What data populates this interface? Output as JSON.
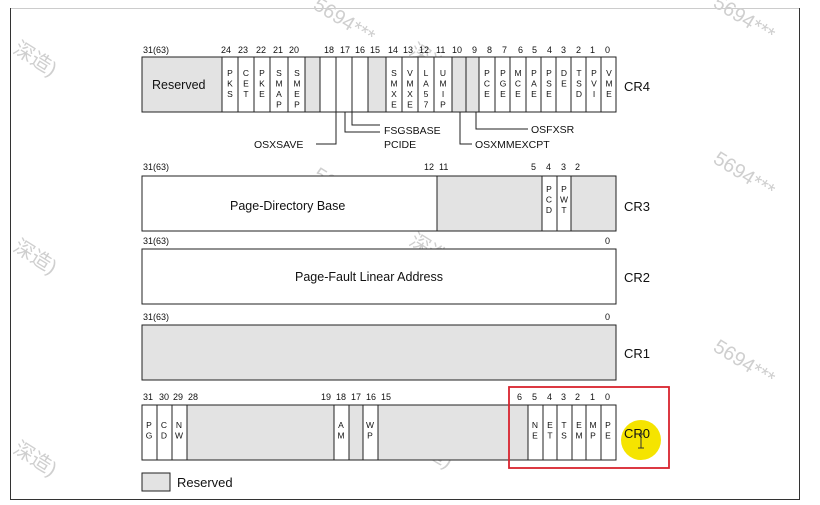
{
  "registers": {
    "cr4": {
      "name": "CR4",
      "width_label": "31(63)",
      "bit_numbers": [
        "24",
        "23",
        "22",
        "21",
        "20",
        "18",
        "17",
        "16",
        "15",
        "14",
        "13",
        "12",
        "11",
        "10",
        "9",
        "8",
        "7",
        "6",
        "5",
        "4",
        "3",
        "2",
        "1",
        "0"
      ],
      "reserved_label": "Reserved",
      "fields": [
        {
          "letters": [
            "P",
            "K",
            "S"
          ]
        },
        {
          "letters": [
            "C",
            "E",
            "T"
          ]
        },
        {
          "letters": [
            "P",
            "K",
            "E"
          ]
        },
        {
          "letters": [
            "S",
            "M",
            "A",
            "P"
          ]
        },
        {
          "letters": [
            "S",
            "M",
            "E",
            "P"
          ]
        },
        {
          "letters": [
            "S",
            "M",
            "X",
            "E"
          ]
        },
        {
          "letters": [
            "V",
            "M",
            "X",
            "E"
          ]
        },
        {
          "letters": [
            "L",
            "A",
            "5",
            "7"
          ]
        },
        {
          "letters": [
            "U",
            "M",
            "I",
            "P"
          ]
        },
        {
          "letters": [
            "P",
            "C",
            "E"
          ]
        },
        {
          "letters": [
            "P",
            "G",
            "E"
          ]
        },
        {
          "letters": [
            "M",
            "C",
            "E"
          ]
        },
        {
          "letters": [
            "P",
            "A",
            "E"
          ]
        },
        {
          "letters": [
            "P",
            "S",
            "E"
          ]
        },
        {
          "letters": [
            "D",
            "E"
          ]
        },
        {
          "letters": [
            "T",
            "S",
            "D"
          ]
        },
        {
          "letters": [
            "P",
            "V",
            "I"
          ]
        },
        {
          "letters": [
            "V",
            "M",
            "E"
          ]
        }
      ],
      "callouts": [
        "OSXSAVE",
        "FSGSBASE",
        "PCIDE",
        "OSFXSR",
        "OSXMMEXCPT"
      ]
    },
    "cr3": {
      "name": "CR3",
      "width_label": "31(63)",
      "bit_numbers": [
        "12",
        "11",
        "5",
        "4",
        "3",
        "2"
      ],
      "base_label": "Page-Directory Base",
      "fields": [
        {
          "letters": [
            "P",
            "C",
            "D"
          ]
        },
        {
          "letters": [
            "P",
            "W",
            "T"
          ]
        }
      ]
    },
    "cr2": {
      "name": "CR2",
      "width_label": "31(63)",
      "bit_zero": "0",
      "label": "Page-Fault Linear Address"
    },
    "cr1": {
      "name": "CR1",
      "width_label": "31(63)",
      "bit_zero": "0"
    },
    "cr0": {
      "name": "CR0",
      "bit_numbers": [
        "31",
        "30",
        "29",
        "28",
        "19",
        "18",
        "17",
        "16",
        "15",
        "6",
        "5",
        "4",
        "3",
        "2",
        "1",
        "0"
      ],
      "fields": [
        {
          "letters": [
            "P",
            "G"
          ]
        },
        {
          "letters": [
            "C",
            "D"
          ]
        },
        {
          "letters": [
            "N",
            "W"
          ]
        },
        {
          "letters": [
            "A",
            "M"
          ]
        },
        {
          "letters": [
            "W",
            "P"
          ]
        },
        {
          "letters": [
            "N",
            "E"
          ]
        },
        {
          "letters": [
            "E",
            "T"
          ]
        },
        {
          "letters": [
            "T",
            "S"
          ]
        },
        {
          "letters": [
            "E",
            "M"
          ]
        },
        {
          "letters": [
            "M",
            "P"
          ]
        },
        {
          "letters": [
            "P",
            "E"
          ]
        }
      ]
    }
  },
  "legend": {
    "label": "Reserved"
  },
  "colors": {
    "reserved_fill": "#e3e3e3",
    "border": "#222222",
    "highlight_box": "#d9232e",
    "cursor_halo": "#f5e400",
    "watermark": "#cfcfcf"
  },
  "watermark": {
    "text": "5694***",
    "glyph": "深造)"
  }
}
